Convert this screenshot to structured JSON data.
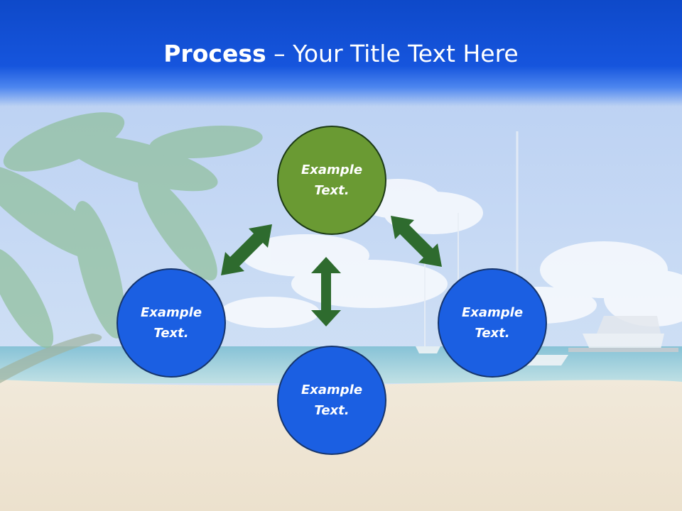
{
  "title": {
    "bold": "Process",
    "dash": " – ",
    "rest": "Your Title Text Here"
  },
  "nodes": [
    {
      "id": "top",
      "label": "Example Text.",
      "color": "#6a9a33"
    },
    {
      "id": "left",
      "label": "Example Text.",
      "color": "#1b5fe2"
    },
    {
      "id": "right",
      "label": "Example Text.",
      "color": "#1b5fe2"
    },
    {
      "id": "bottom",
      "label": "Example Text.",
      "color": "#1b5fe2"
    }
  ],
  "colors": {
    "header": "#1655dd",
    "arrow": "#2e6b2e",
    "sky": "#bcd3f2",
    "sand": "#efe6d6"
  },
  "edges": [
    {
      "from": "top",
      "to": "left"
    },
    {
      "from": "top",
      "to": "right"
    },
    {
      "from": "top",
      "to": "bottom"
    }
  ]
}
